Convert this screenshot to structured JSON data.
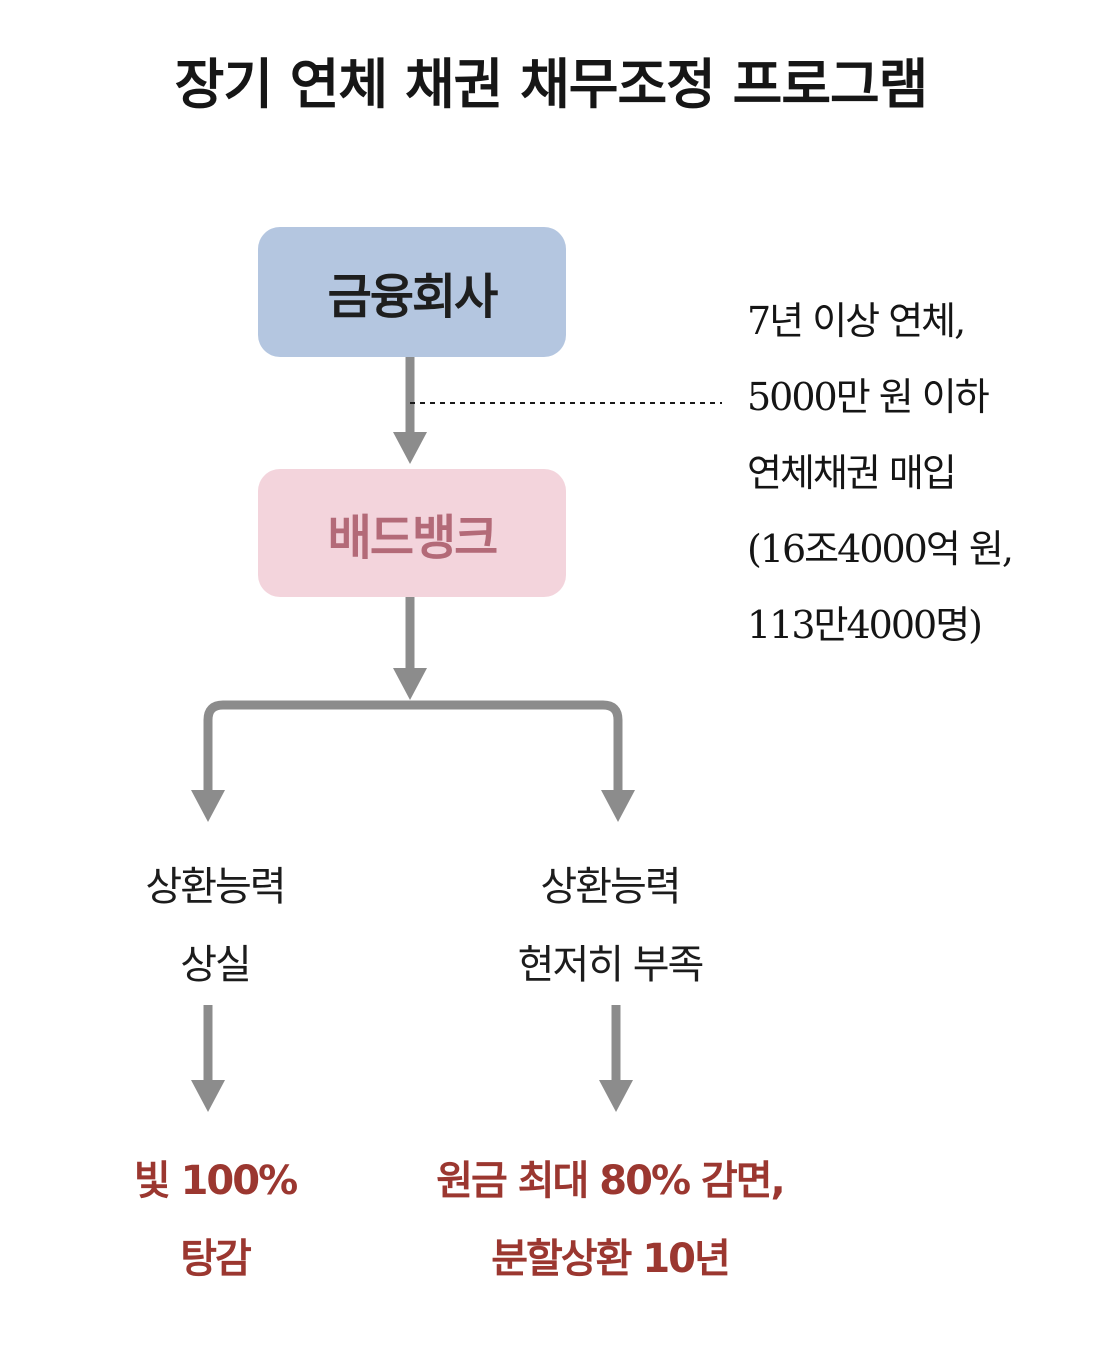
{
  "title": "장기 연체 채권 채무조정 프로그램",
  "nodes": {
    "finance_company": "금융회사",
    "bad_bank": "배드뱅크"
  },
  "purchase_note": {
    "lines": [
      "7년 이상 연체,",
      "5000만 원 이하",
      "연체채권 매입",
      "(16조4000억 원,",
      "113만4000명)"
    ]
  },
  "branches": {
    "left": {
      "condition": [
        "상환능력",
        "상실"
      ],
      "result": [
        "빛 100%",
        "탕감"
      ]
    },
    "right": {
      "condition": [
        "상환능력",
        "현저히 부족"
      ],
      "result": [
        "원금 최대 80% 감면,",
        "분할상환 10년"
      ]
    }
  },
  "colors": {
    "finance_box": "#b4c6e0",
    "bad_bank_box": "#f3d4dc",
    "bad_bank_text": "#b36a78",
    "result_text": "#9b3730",
    "arrow": "#8c8c8c"
  }
}
